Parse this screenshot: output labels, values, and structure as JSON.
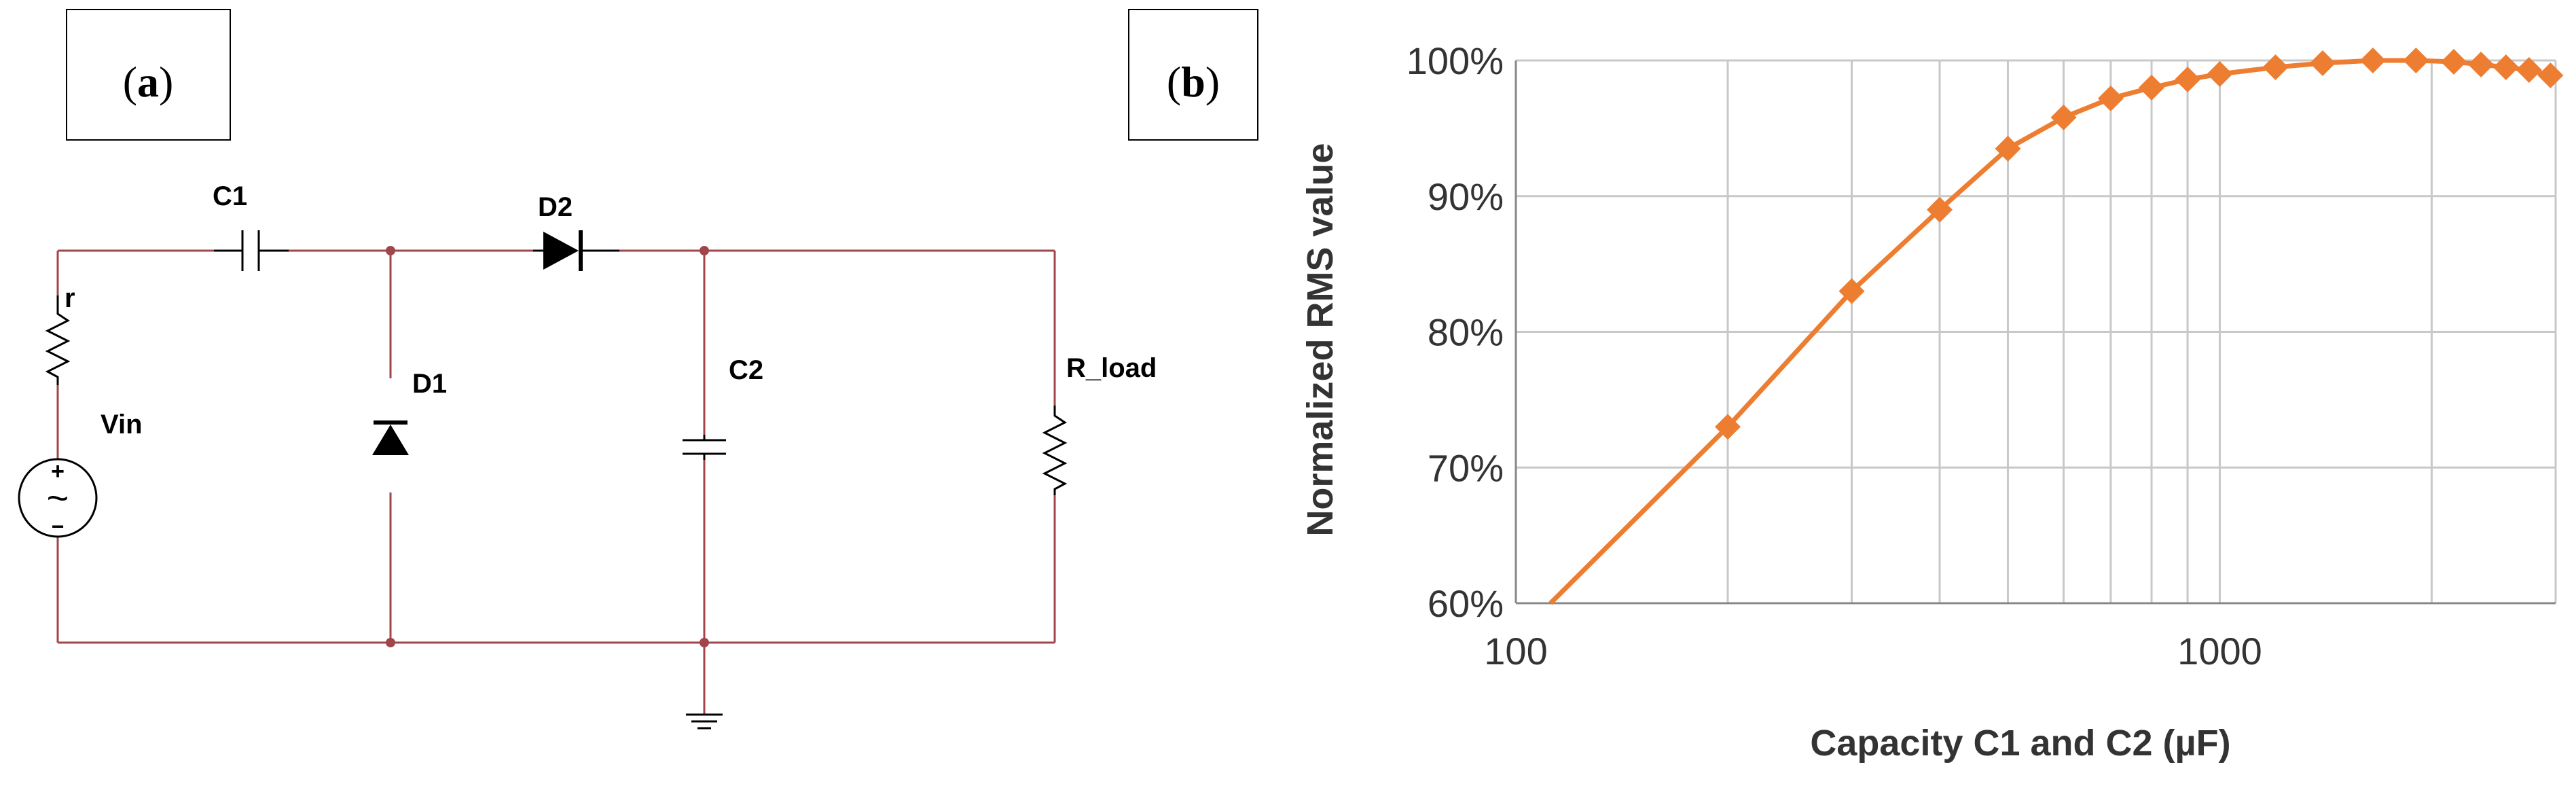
{
  "panel_a": {
    "label_open": "(",
    "label_letter": "a",
    "label_close": ")",
    "components": {
      "c1": "C1",
      "d2": "D2",
      "r": "r",
      "vin": "Vin",
      "d1": "D1",
      "c2": "C2",
      "r_load": "R_load"
    },
    "source_plus": "+",
    "source_minus": "−",
    "source_tilde": "~",
    "colors": {
      "wire": "#a0464b",
      "component": "#000000"
    }
  },
  "panel_b": {
    "label_open": "(",
    "label_letter": "b",
    "label_close": ")"
  },
  "chart_data": {
    "type": "line",
    "xlabel": "Capacity C1 and C2 (µF)",
    "ylabel": "Normalized RMS value",
    "x_scale": "log",
    "xlim": [
      100,
      3000
    ],
    "ylim": [
      0.6,
      1.0
    ],
    "x_tick_labels": [
      {
        "value": 100,
        "label": "100"
      },
      {
        "value": 1000,
        "label": "1000"
      }
    ],
    "y_tick_labels": [
      {
        "value": 0.6,
        "label": "60%"
      },
      {
        "value": 0.7,
        "label": "70%"
      },
      {
        "value": 0.8,
        "label": "80%"
      },
      {
        "value": 0.9,
        "label": "90%"
      },
      {
        "value": 1.0,
        "label": "100%"
      }
    ],
    "grid": true,
    "series": [
      {
        "color": "#ed7d31",
        "marker": "diamond",
        "x": [
          200,
          300,
          400,
          500,
          600,
          700,
          800,
          900,
          1000,
          1200,
          1400,
          1650,
          1900,
          2150,
          2350,
          2550,
          2750,
          2950
        ],
        "y": [
          0.73,
          0.83,
          0.89,
          0.935,
          0.958,
          0.972,
          0.98,
          0.986,
          0.99,
          0.995,
          0.998,
          1.0,
          1.0,
          0.999,
          0.997,
          0.995,
          0.993,
          0.989
        ],
        "line_start": {
          "x": 112,
          "y": 0.6
        }
      }
    ]
  }
}
